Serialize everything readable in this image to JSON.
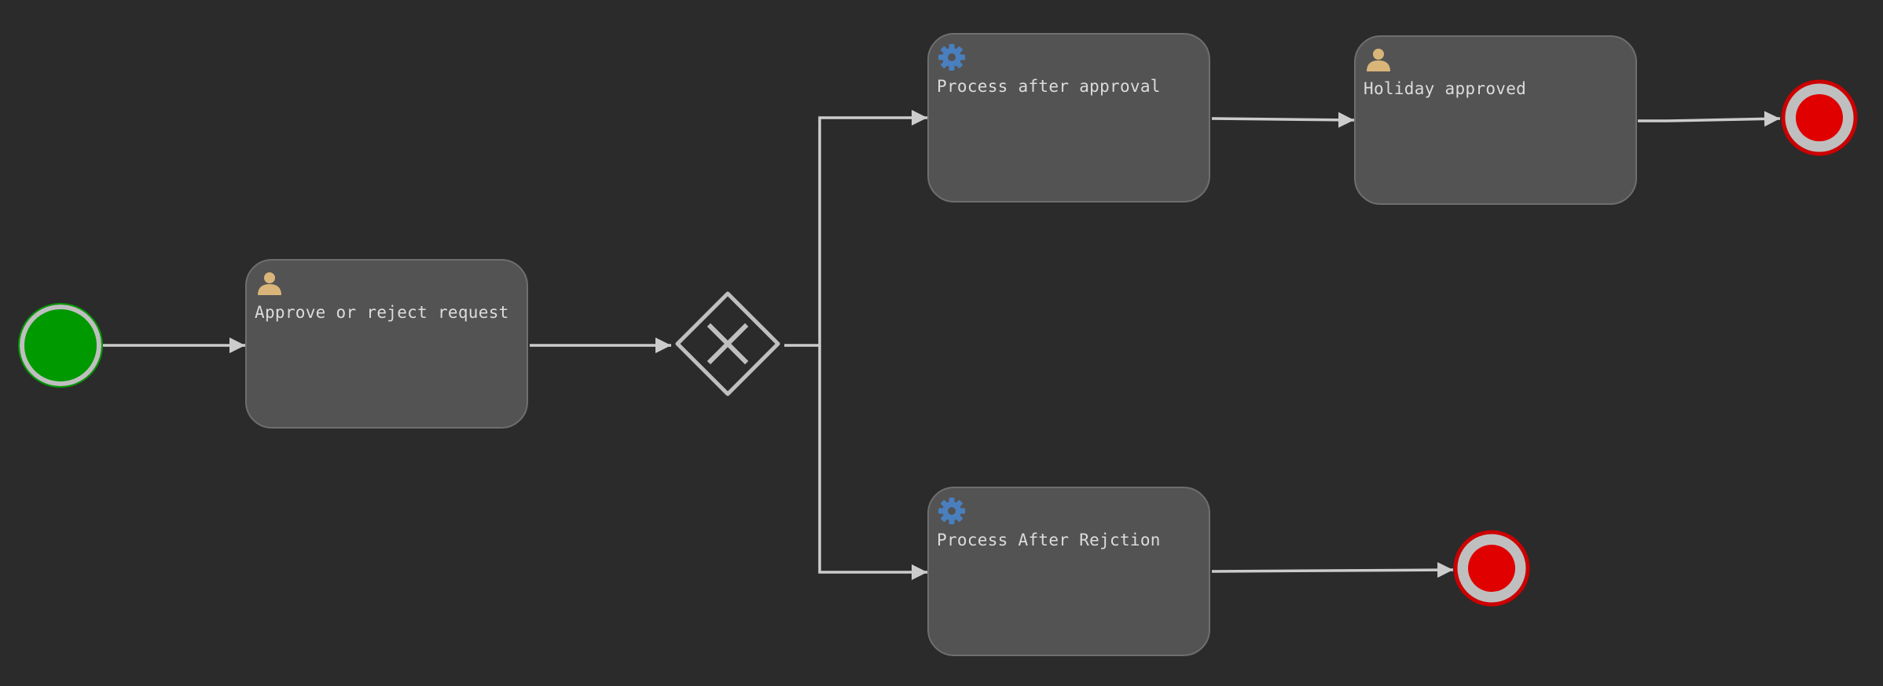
{
  "diagram": {
    "tasks": {
      "approve": {
        "label": "Approve or reject request",
        "type": "user-task"
      },
      "process_approval": {
        "label": "Process after approval",
        "type": "service-task"
      },
      "holiday_approved": {
        "label": "Holiday approved",
        "type": "user-task"
      },
      "process_rejection": {
        "label": "Process After Rejction",
        "type": "service-task"
      }
    },
    "gateway": {
      "type": "exclusive"
    },
    "colors": {
      "background": "#2b2b2b",
      "task_fill": "#535353",
      "task_stroke": "#6e6e6e",
      "flow": "#cccccc",
      "start_fill": "#009900",
      "end_fill": "#e00000",
      "end_stroke": "#cc0000",
      "user_icon": "#d9b57a",
      "service_icon": "#4a7fbf"
    }
  }
}
